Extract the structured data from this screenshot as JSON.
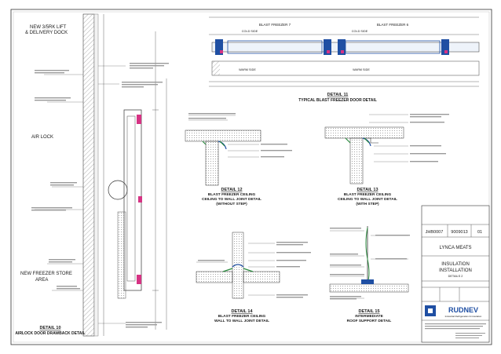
{
  "left_section": {
    "title_top": "NEW 3/5RK LIFT",
    "title_bottom": "& DELIVERY DOCK",
    "air_lock": "AIR LOCK",
    "store_top": "NEW FREEZER STORE",
    "store_bottom": "AREA",
    "detail_title": "DETAIL 10",
    "detail_sub": "AIRLOCK DOOR DRAWBACK DETAIL"
  },
  "detail11": {
    "freezer7": "BLAST FREEZER 7",
    "freezer6": "BLAST FREEZER 6",
    "cold_side_left": "COLD SIDE",
    "cold_side_right": "COLD SIDE",
    "warm_side_left": "WARM SIDE",
    "warm_side_right": "WARM SIDE",
    "title": "DETAIL 11",
    "sub": "TYPICAL BLAST FREEZER DOOR DETAIL"
  },
  "detail12": {
    "title": "DETAIL 12",
    "sub1": "BLAST FREEZER CEILING",
    "sub2": "CEILING TO WALL JOINT DETAIL",
    "sub3": "(WITHOUT STEP)"
  },
  "detail13": {
    "title": "DETAIL 13",
    "sub1": "BLAST FREEZER CEILING",
    "sub2": "CEILING TO WALL JOINT DETAIL",
    "sub3": "(WITH STEP)"
  },
  "detail14": {
    "title": "DETAIL 14",
    "sub1": "BLAST FREEZER CEILING",
    "sub2": "WALL TO WALL JOINT DETAIL"
  },
  "detail15": {
    "title": "DETAIL 15",
    "sub1": "INTERMEDIATE",
    "sub2": "ROOF SUPPORT DETAIL"
  },
  "title_block": {
    "drawing_no": "JHB0007",
    "ref": "9009013",
    "rev": "01",
    "client": "LYNCA MEATS",
    "title1": "INSULATION",
    "title2": "INSTALLATION",
    "title3": "DETAILS 2",
    "company": "RUDNEV",
    "company_sub": "Industrial Refrigeration & Insulation"
  }
}
